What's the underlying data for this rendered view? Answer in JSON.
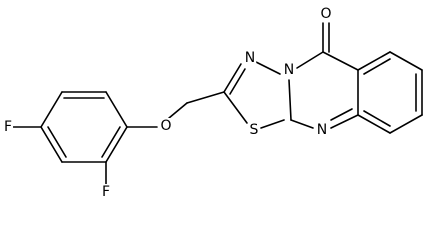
{
  "molecule": {
    "atoms": {
      "O1": "O",
      "N1": "N",
      "N2": "N",
      "S1": "S",
      "N3": "N",
      "O2": "O",
      "F1": "F",
      "F2": "F"
    }
  }
}
